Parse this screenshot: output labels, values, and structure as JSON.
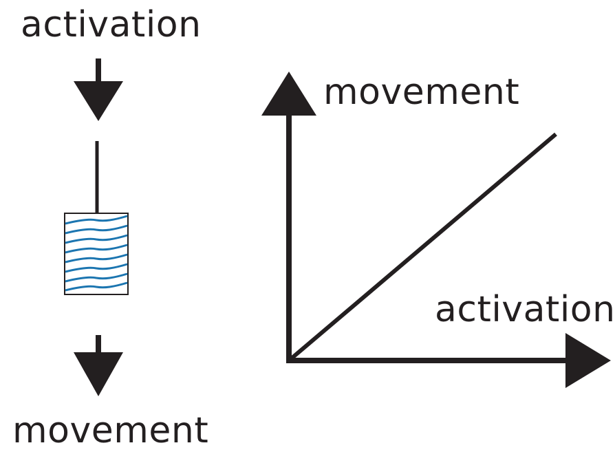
{
  "left_diagram": {
    "input_label": "activation",
    "output_label": "movement",
    "tank_wave_color": "#1b75b0"
  },
  "graph": {
    "y_axis_label": "movement",
    "x_axis_label": "activation",
    "relation": "linear, proportional"
  },
  "colors": {
    "ink": "#231f20",
    "water": "#1b75b0"
  }
}
